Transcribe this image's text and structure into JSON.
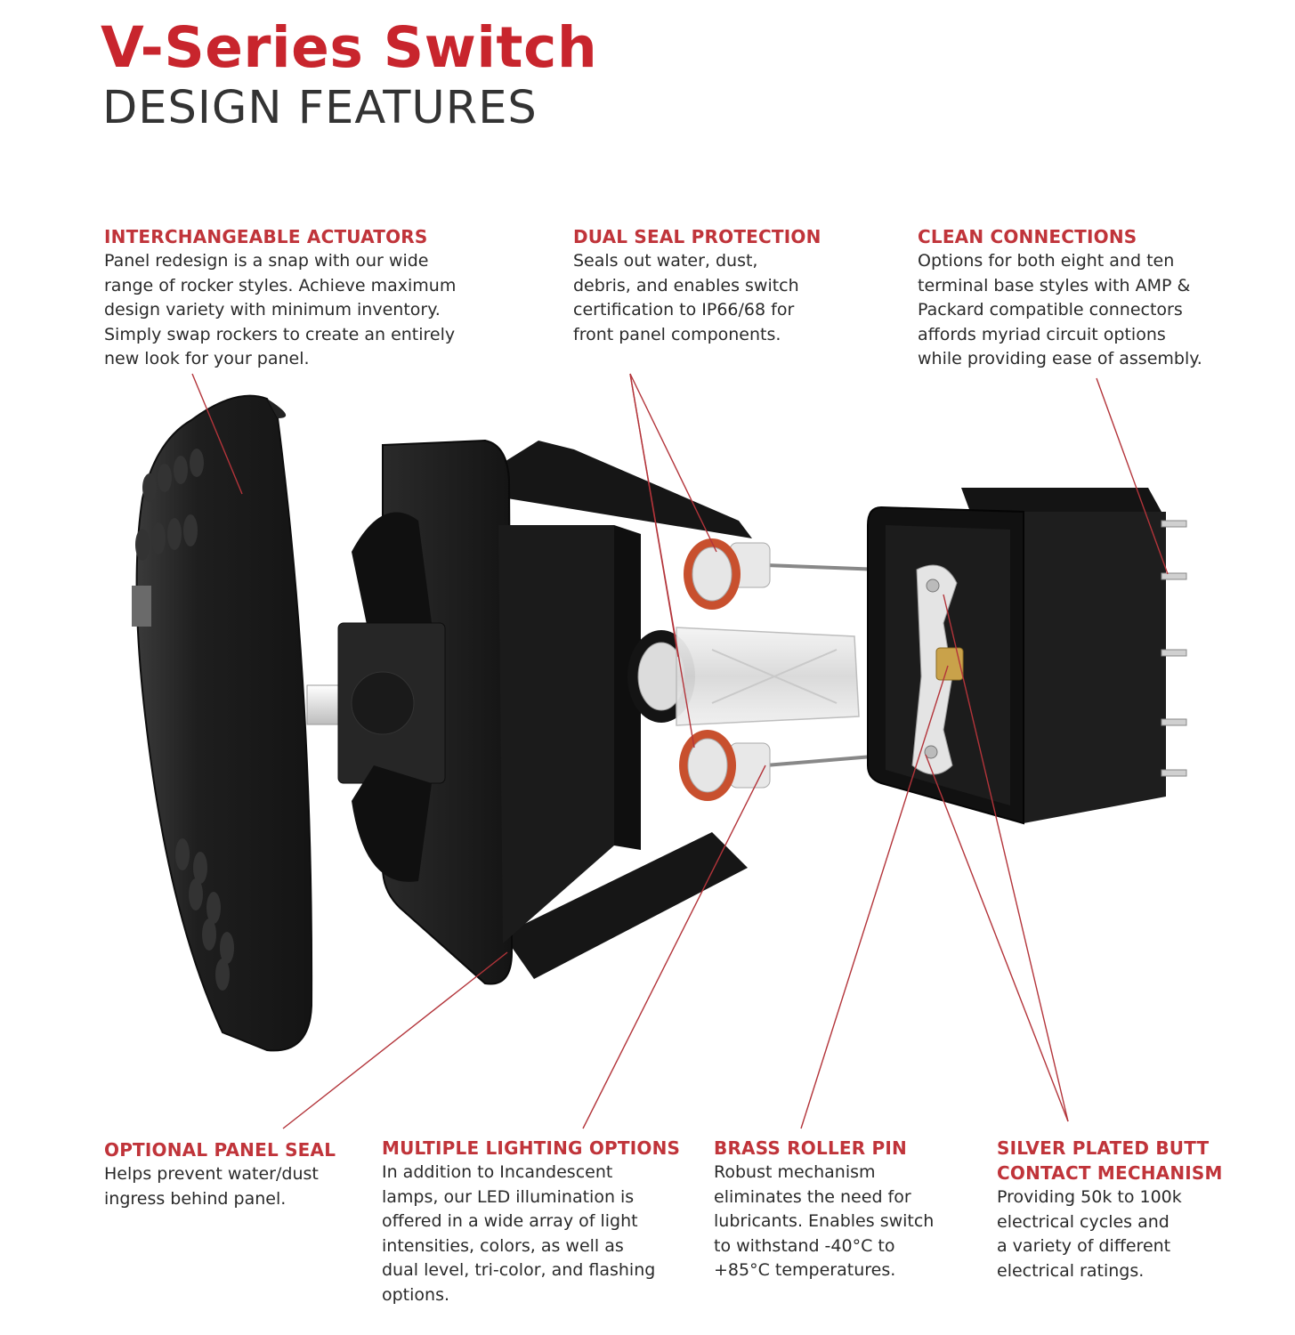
{
  "title": "V-Series Switch",
  "subtitle": "DESIGN FEATURES",
  "colors": {
    "accent": "#c8252d",
    "text": "#2a2a2a",
    "leader_line": "#b3343a",
    "part_body": "#1c1c1c"
  },
  "features": {
    "interchangeable_actuators": {
      "heading": "INTERCHANGEABLE ACTUATORS",
      "body": "Panel redesign is a snap with our wide\nrange of rocker styles. Achieve maximum\ndesign variety with minimum inventory.\nSimply swap rockers to create an entirely\nnew look for your panel."
    },
    "dual_seal_protection": {
      "heading": "DUAL SEAL PROTECTION",
      "body": "Seals out water, dust,\ndebris, and enables switch\ncertification to IP66/68 for\nfront panel components."
    },
    "clean_connections": {
      "heading": "CLEAN CONNECTIONS",
      "body": "Options for both eight and ten\nterminal base styles with AMP &\nPackard compatible connectors\naffords myriad circuit options\nwhile providing ease of assembly."
    },
    "optional_panel_seal": {
      "heading": "OPTIONAL PANEL SEAL",
      "body": "Helps prevent water/dust\ningress behind panel."
    },
    "multiple_lighting_options": {
      "heading": "MULTIPLE LIGHTING OPTIONS",
      "body": "In addition to Incandescent\nlamps, our LED illumination is\noffered in a wide array of light\nintensities, colors, as well as\ndual level, tri-color, and flashing\noptions."
    },
    "brass_roller_pin": {
      "heading": "BRASS ROLLER PIN",
      "body": "Robust mechanism\neliminates the need for\nlubricants. Enables switch\nto withstand -40°C to\n+85°C temperatures."
    },
    "silver_plated_butt_contact": {
      "heading": "SILVER PLATED BUTT\nCONTACT MECHANISM",
      "body": "Providing 50k to 100k\nelectrical cycles and\na variety of different\nelectrical ratings."
    }
  }
}
